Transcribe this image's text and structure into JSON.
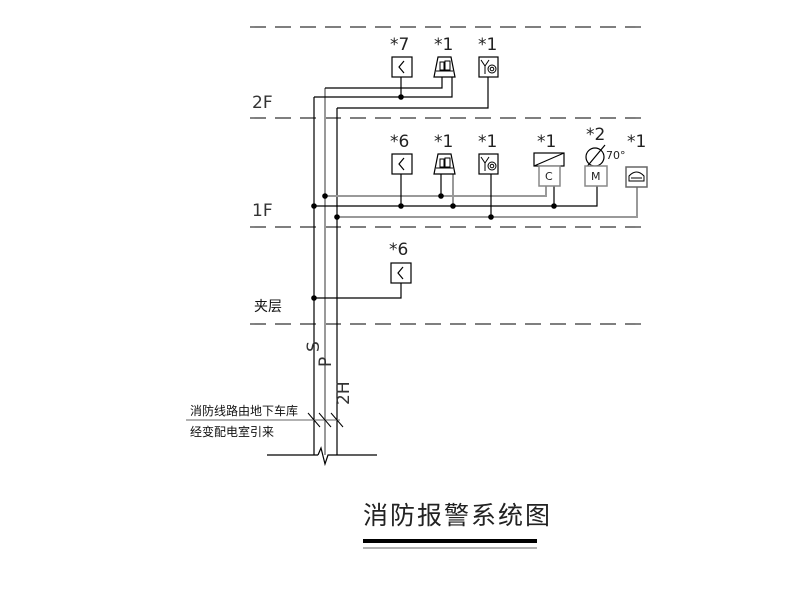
{
  "floors": {
    "f2": "2F",
    "f1": "1F",
    "mezzanine": "夹层"
  },
  "floor2": {
    "counts": [
      "*7",
      "*1",
      "*1"
    ]
  },
  "floor1": {
    "counts": [
      "*6",
      "*1",
      "*1",
      "*1",
      "*2",
      "*1"
    ],
    "temp_label": "70°",
    "c_label": "C",
    "m_label": "M"
  },
  "mezzanine": {
    "counts": [
      "*6"
    ]
  },
  "riser_labels": {
    "s": "S",
    "p": "P",
    "h": "2H"
  },
  "source_note": {
    "line1": "消防线路由地下车库",
    "line2": "经变配电室引来"
  },
  "title": "消防报警系统图"
}
